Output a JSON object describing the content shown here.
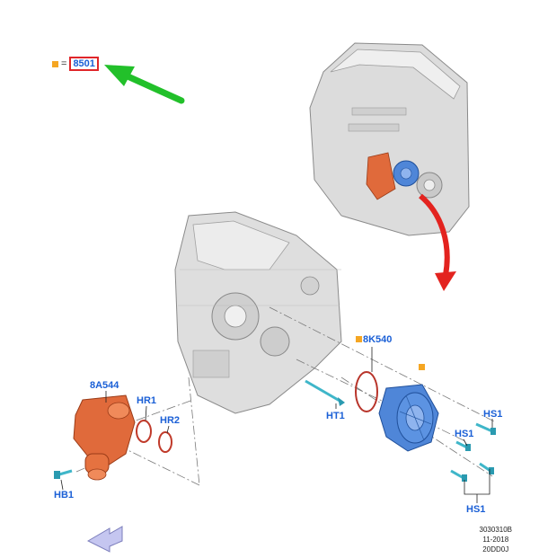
{
  "legend": {
    "equals": "=",
    "base_part": "8501"
  },
  "callouts": {
    "8K540": "8K540",
    "8A544": "8A544",
    "HR1": "HR1",
    "HR2": "HR2",
    "HT1": "HT1",
    "HS1_top": "HS1",
    "HS1_mid": "HS1",
    "HS1_bottom": "HS1",
    "HB1": "HB1"
  },
  "reference": {
    "code": "3030310B",
    "date": "11-2018",
    "model": "20DD0J"
  },
  "colors": {
    "callout_text": "#1a5fd6",
    "marker": "#f5a623",
    "highlight_box": "#e0262a",
    "pointer_arrow_green": "#22c02a",
    "pointer_arrow_red": "#e3231f",
    "pump": "#4f86d8",
    "housing": "#e06a3b",
    "engine": "#d9d9d9"
  }
}
